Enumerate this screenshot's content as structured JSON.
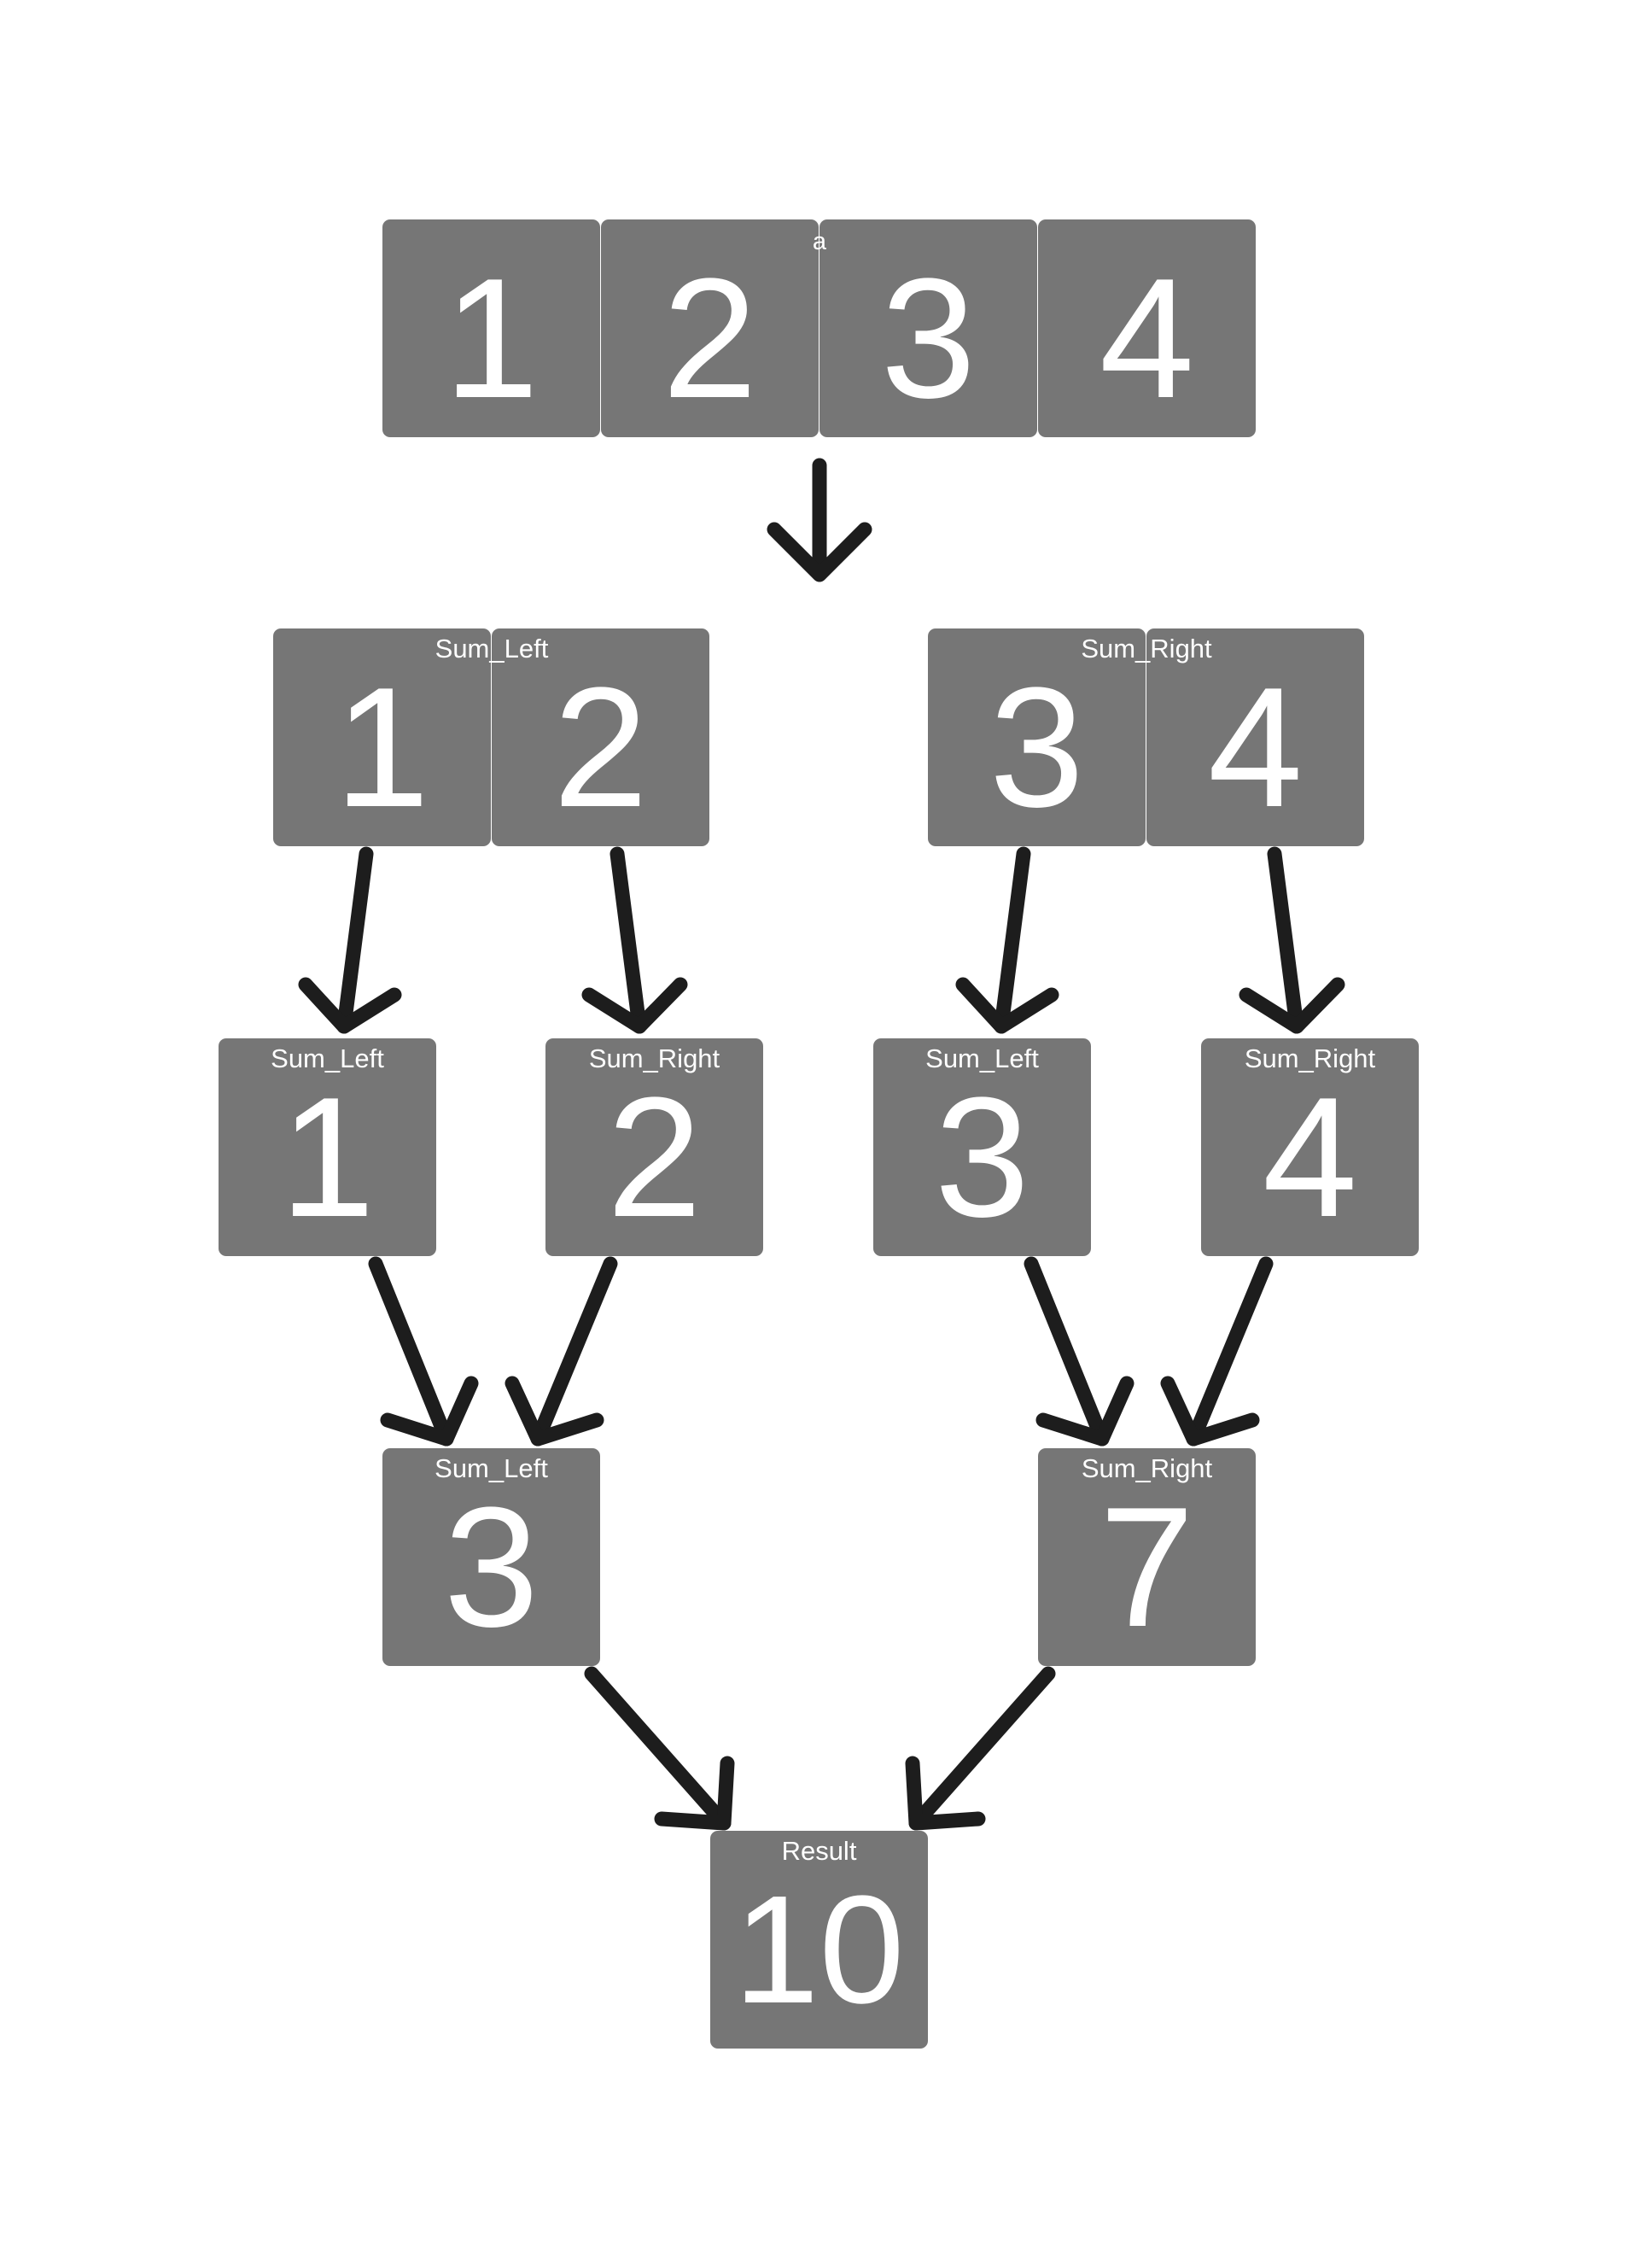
{
  "input_array": {
    "label": "a",
    "values": [
      "1",
      "2",
      "3",
      "4"
    ]
  },
  "level1": {
    "left": {
      "label": "Sum_Left",
      "values": [
        "1",
        "2"
      ]
    },
    "right": {
      "label": "Sum_Right",
      "values": [
        "3",
        "4"
      ]
    }
  },
  "level2": [
    {
      "label": "Sum_Left",
      "value": "1"
    },
    {
      "label": "Sum_Right",
      "value": "2"
    },
    {
      "label": "Sum_Left",
      "value": "3"
    },
    {
      "label": "Sum_Right",
      "value": "4"
    }
  ],
  "level3": [
    {
      "label": "Sum_Left",
      "value": "3"
    },
    {
      "label": "Sum_Right",
      "value": "7"
    }
  ],
  "result": {
    "label": "Result",
    "value": "10"
  }
}
